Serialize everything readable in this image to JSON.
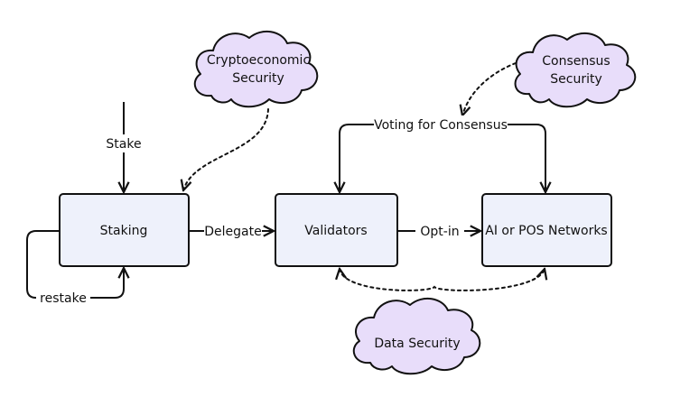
{
  "nodes": {
    "staking": "Staking",
    "validators": "Validators",
    "networks": "AI or POS Networks"
  },
  "clouds": {
    "cryptoeconomic_line1": "Cryptoeconomic",
    "cryptoeconomic_line2": "Security",
    "consensus_line1": "Consensus",
    "consensus_line2": "Security",
    "data": "Data Security"
  },
  "edges": {
    "stake": "Stake",
    "restake": "restake",
    "delegate": "Delegate",
    "opt_in": "Opt-in",
    "voting": "Voting for Consensus"
  },
  "colors": {
    "node_fill": "#eef1fb",
    "cloud_fill": "#e8ddfa",
    "stroke": "#111111"
  }
}
